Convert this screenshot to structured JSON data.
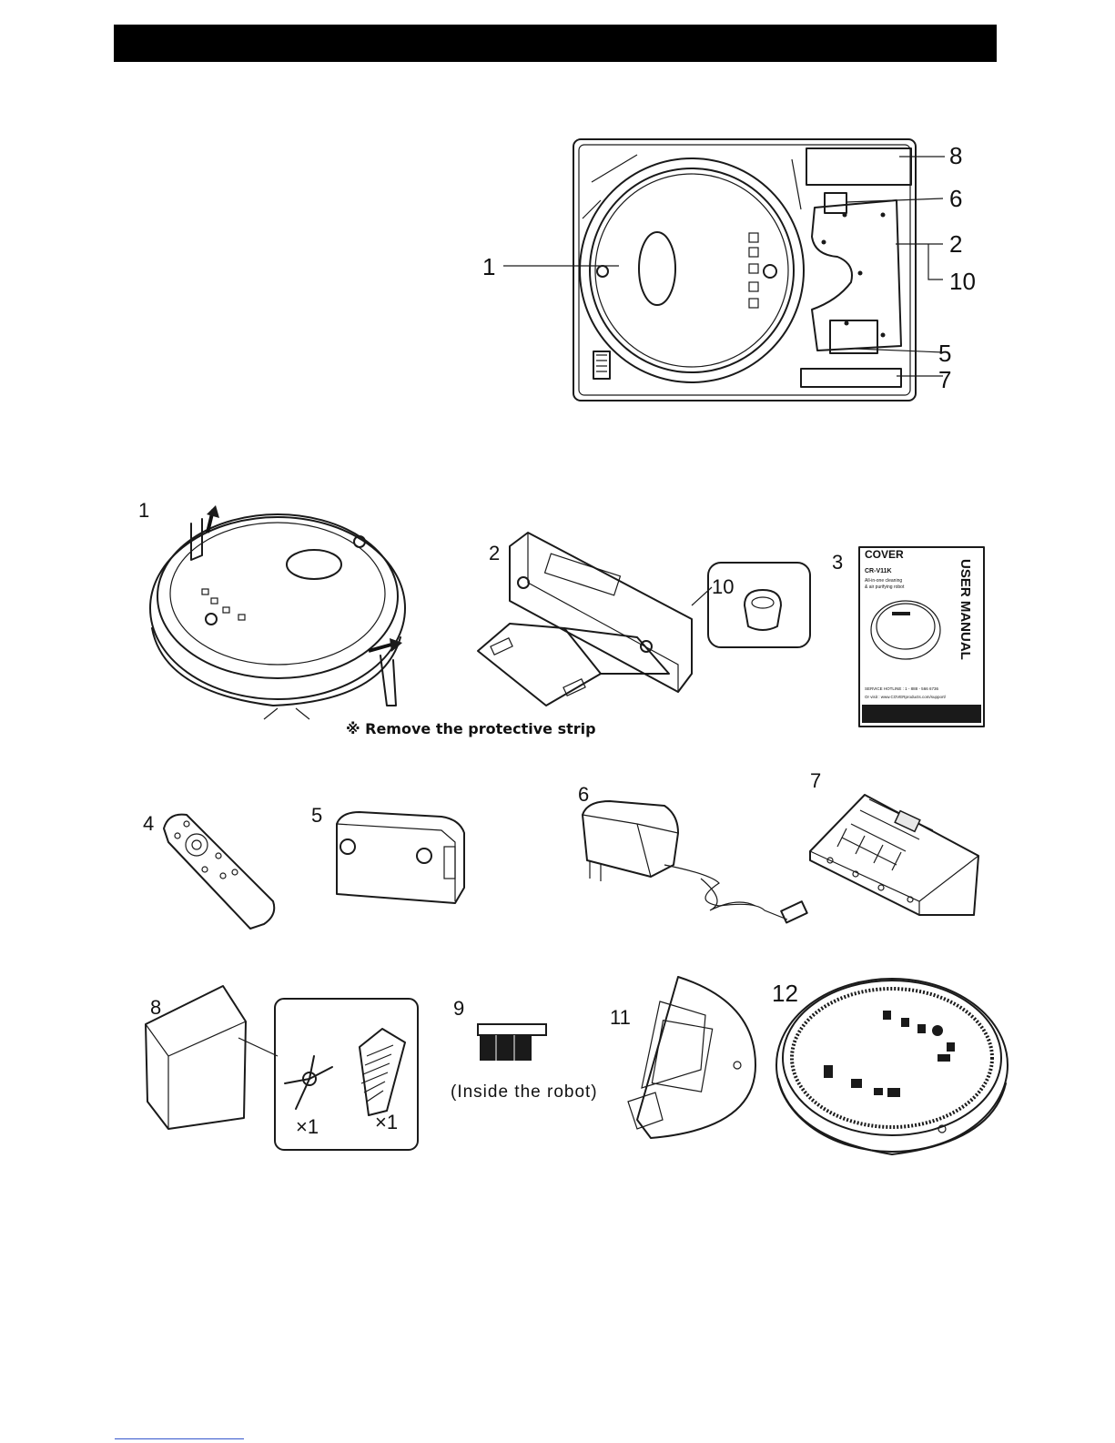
{
  "callouts": {
    "n1": "1",
    "n2": "2",
    "n5": "5",
    "n6": "6",
    "n7": "7",
    "n8": "8",
    "n10": "10"
  },
  "parts": {
    "p1": "1",
    "p2": "2",
    "p3": "3",
    "p4": "4",
    "p5": "5",
    "p6": "6",
    "p7": "7",
    "p8": "8",
    "p9": "9",
    "p10": "10",
    "p11": "11",
    "p12": "12"
  },
  "notes": {
    "protective_strip": "※ Remove the protective strip",
    "inside_robot": "(Inside the robot)",
    "qty_brush": "×1",
    "qty_filter": "×1"
  },
  "manual": {
    "brand": "COVER",
    "model": "CR-V11K",
    "subtitle1": "All-in-one cleaning",
    "subtitle2": "& air purifying robot",
    "title": "USER MANUAL",
    "hotline": "SERVICE HOTLINE : 1 - 888 - 566 6736",
    "visit": "Or visit : www.COVERproducts.com/support/"
  }
}
